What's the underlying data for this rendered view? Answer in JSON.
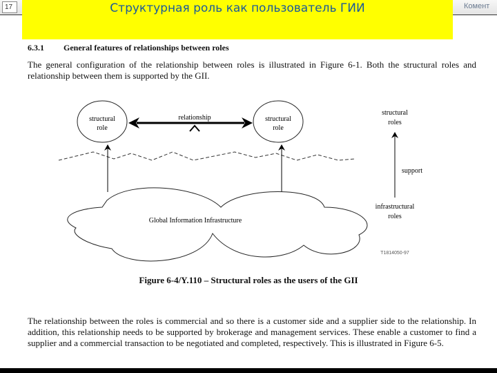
{
  "toolbar": {
    "page_number": "17",
    "comment_label": "Комент"
  },
  "slide": {
    "title": "Структурная роль как пользователь ГИИ",
    "title_color": "#1a5a9a",
    "title_bg": "#ffff00"
  },
  "document": {
    "section_number": "6.3.1",
    "section_title": "General features of relationships between roles",
    "paragraph1": "The general configuration of the relationship between roles is illustrated in Figure 6-1. Both the structural roles and relationship between them is supported by the GII.",
    "figure_caption": "Figure 6-4/Y.110 – Structural roles as the users of the GII",
    "paragraph2": "The relationship between the roles is commercial and so there is a customer side and a supplier side to the relationship. In addition, this relationship needs to be supported by brokerage and management services. These enable a customer to find a supplier and a commercial transaction to be negotiated and completed, respectively. This is illustrated in Figure 6-5."
  },
  "diagram": {
    "left_role_line1": "structural",
    "left_role_line2": "role",
    "right_role_line1": "structural",
    "right_role_line2": "role",
    "relationship_label": "relationship",
    "cloud_label": "Global Information Infrastructure",
    "legend_top_line1": "structural",
    "legend_top_line2": "roles",
    "legend_support": "support",
    "legend_bottom_line1": "infrastructural",
    "legend_bottom_line2": "roles",
    "figure_id": "T1814050-97"
  }
}
